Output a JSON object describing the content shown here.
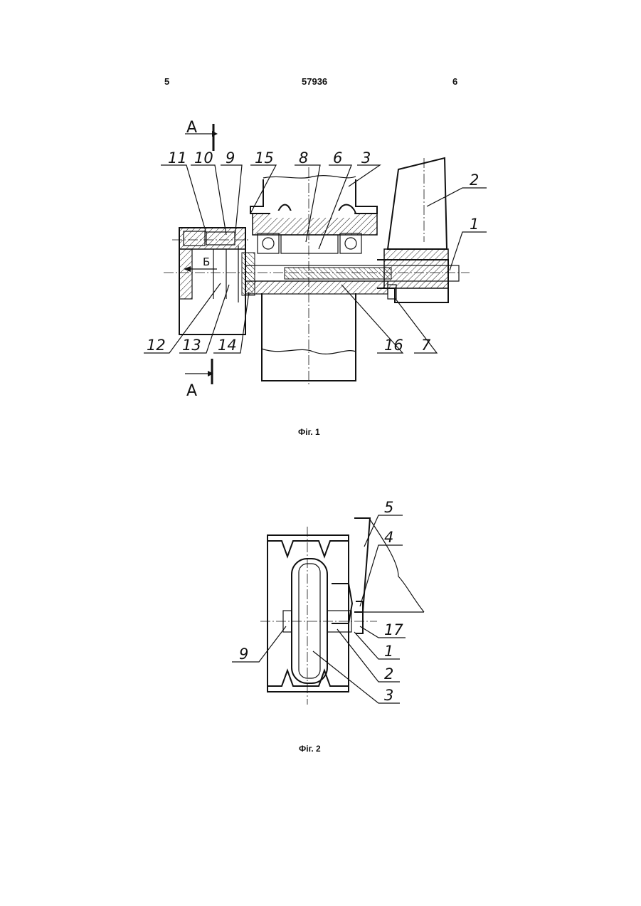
{
  "header": {
    "left_page": "5",
    "patent_number": "57936",
    "right_page": "6"
  },
  "figure1": {
    "caption": "Фіг. 1",
    "section_marker": "А",
    "arrow_label": "Б",
    "callouts": [
      "11",
      "10",
      "9",
      "15",
      "8",
      "6",
      "3",
      "2",
      "1",
      "12",
      "13",
      "14",
      "16",
      "7"
    ]
  },
  "figure2": {
    "caption": "Фіг. 2",
    "callouts": [
      "5",
      "4",
      "17",
      "9",
      "1",
      "2",
      "3"
    ]
  }
}
